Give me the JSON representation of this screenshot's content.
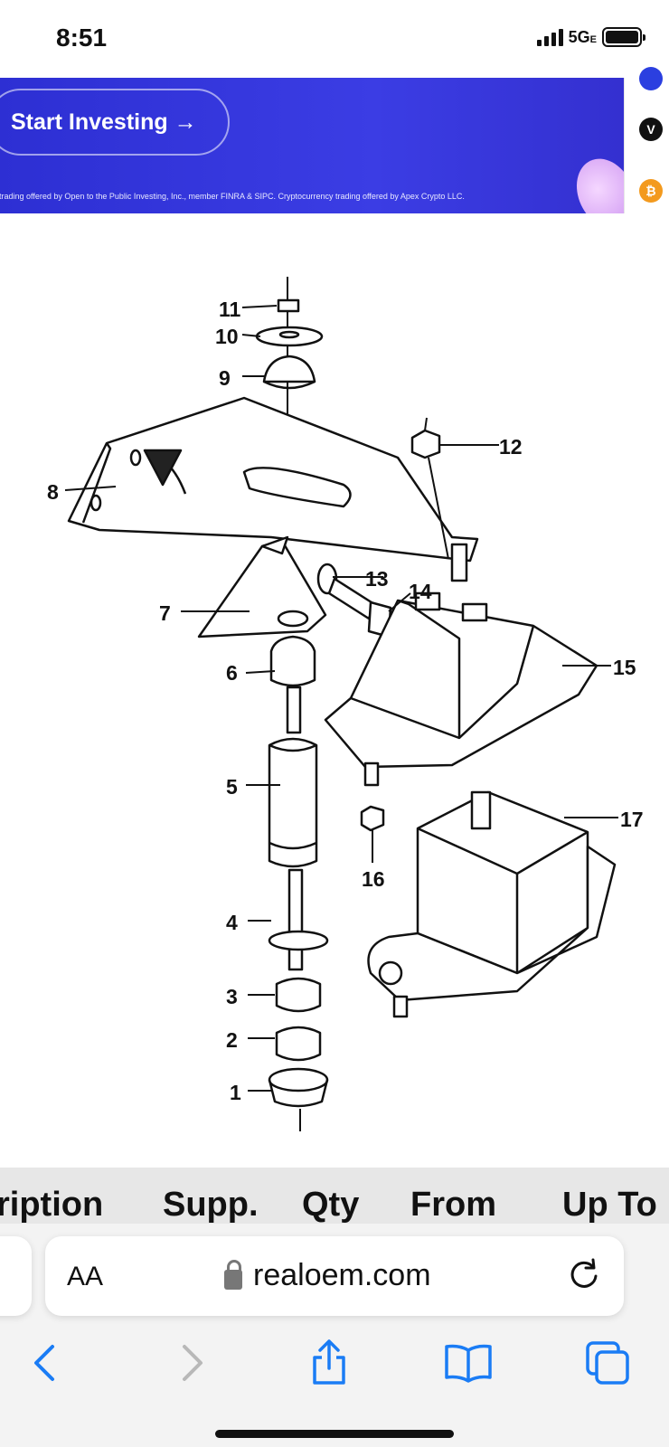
{
  "status_bar": {
    "time": "8:51",
    "network": "5G",
    "network_suffix": "E"
  },
  "ad": {
    "cta_label": "Start Investing →",
    "disclaimer": "s trading offered by Open to the Public Investing, Inc., member FINRA & SIPC. Cryptocurrency trading offered by Apex Crypto LLC."
  },
  "diagram": {
    "callouts": [
      "1",
      "2",
      "3",
      "4",
      "5",
      "6",
      "7",
      "8",
      "9",
      "10",
      "11",
      "12",
      "13",
      "14",
      "15",
      "16",
      "17"
    ]
  },
  "table_header": {
    "columns": [
      "ription",
      "Supp.",
      "Qty",
      "From",
      "Up To"
    ]
  },
  "browser": {
    "text_size_label": "AA",
    "url": "realoem.com"
  },
  "colors": {
    "ad_blue": "#3335d8",
    "ios_blue": "#1a7cf5"
  }
}
